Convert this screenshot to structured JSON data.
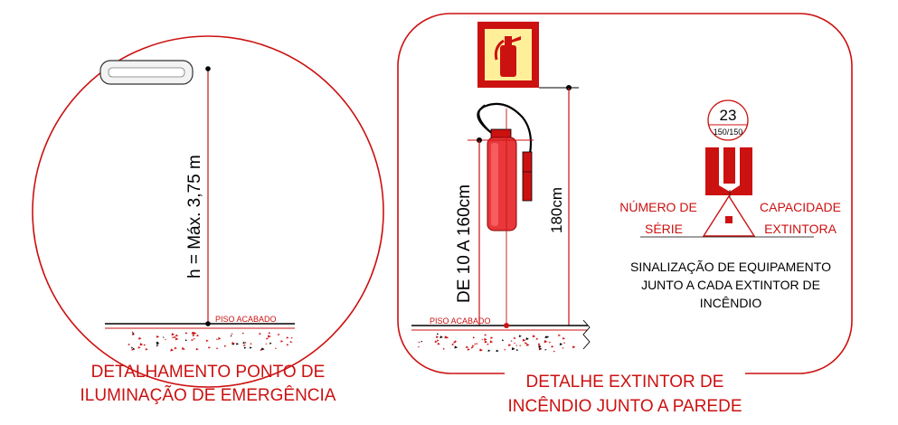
{
  "left_detail": {
    "dimension_label": "h = Máx. 3,75 m",
    "floor_label": "PISO ACABADO",
    "caption_line1": "DETALHAMENTO PONTO DE",
    "caption_line2": "ILUMINAÇÃO DE EMERGÊNCIA"
  },
  "right_detail": {
    "floor_label": "PISO ACABADO",
    "height_range_label": "DE 10 A 160cm",
    "sign_height_label": "180cm",
    "circle_number": "23",
    "circle_sub": "150/150",
    "serial_label_line1": "NÚMERO DE",
    "serial_label_line2": "SÉRIE",
    "capacity_label_line1": "CAPACIDADE",
    "capacity_label_line2": "EXTINTORA",
    "note_line1": "SINALIZAÇÃO DE EQUIPAMENTO",
    "note_line2": "JUNTO A CADA EXTINTOR DE",
    "note_line3": "INCÊNDIO",
    "caption_line1": "DETALHE EXTINTOR DE",
    "caption_line2": "INCÊNDIO JUNTO A PAREDE"
  },
  "colors": {
    "red": "#cc1111",
    "sign_yellow": "#ffef9a",
    "black": "#000000"
  }
}
